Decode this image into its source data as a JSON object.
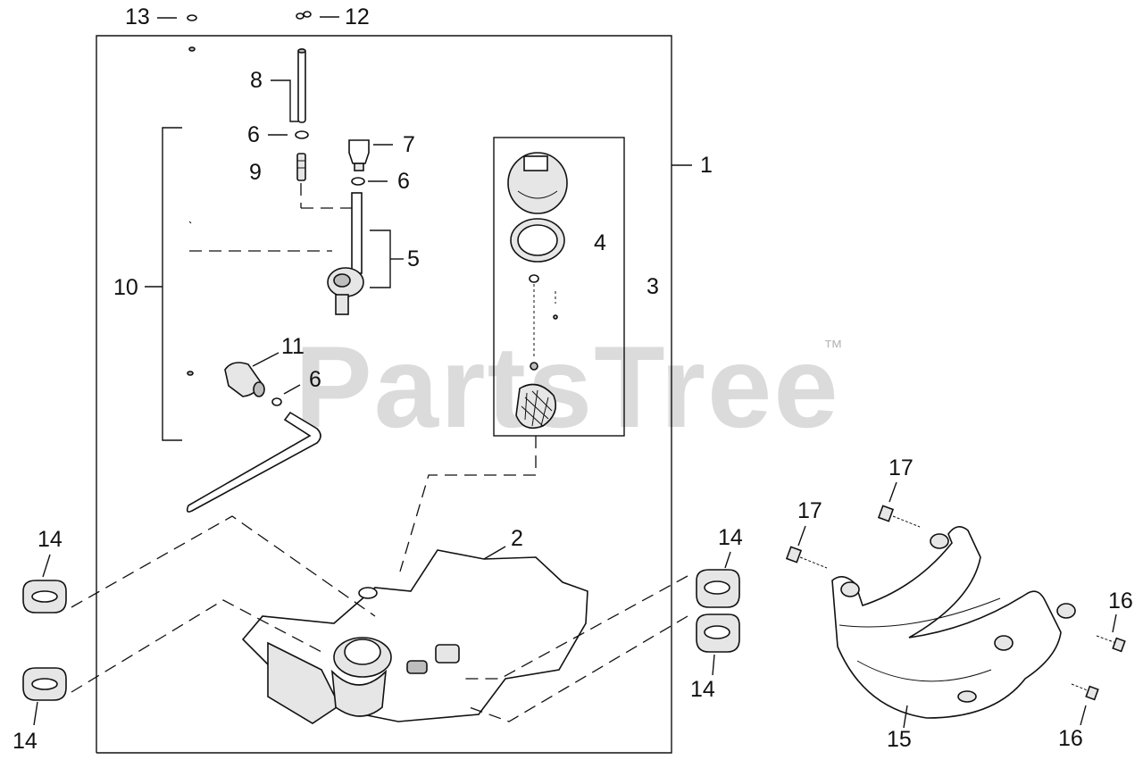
{
  "watermark": {
    "brand": "PartsTree",
    "trademark": "™"
  },
  "callouts": {
    "c1": "1",
    "c2": "2",
    "c3": "3",
    "c4": "4",
    "c5": "5",
    "c6a": "6",
    "c6b": "6",
    "c6c": "6",
    "c7": "7",
    "c8": "8",
    "c9": "9",
    "c10": "10",
    "c11": "11",
    "c12": "12",
    "c13": "13",
    "c14a": "14",
    "c14b": "14",
    "c14c": "14",
    "c14d": "14",
    "c15": "15",
    "c16a": "16",
    "c16b": "16",
    "c17a": "17",
    "c17b": "17"
  }
}
